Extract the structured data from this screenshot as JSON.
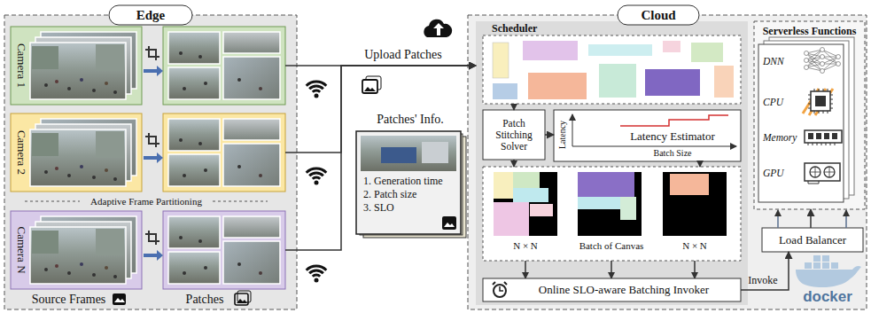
{
  "diagram": {
    "nodes": [
      {
        "text": [
          "Edge"
        ]
      },
      {
        "text": [
          "Camera 1"
        ],
        "in": 0
      },
      {
        "text": [
          "Camera 2"
        ],
        "in": 0
      },
      {
        "text": [
          "Camera N"
        ],
        "in": 0
      },
      {
        "text": [
          "Patches' Info.",
          "1. Generation time",
          "2. Patch size",
          "3. SLO"
        ]
      },
      {
        "text": [
          "Cloud"
        ]
      },
      {
        "text": [
          "Scheduler"
        ],
        "in": 5
      },
      {
        "text": [
          "Patch Stitching Solver"
        ],
        "in": 6
      },
      {
        "text": [
          "Latency",
          "Latency Estimator",
          "Batch Size"
        ],
        "in": 6
      },
      {
        "text": [
          "Online SLO-aware Batching Invoker"
        ],
        "in": 6
      },
      {
        "text": [
          "Serverless Functions",
          "DNN",
          "CPU",
          "Memory",
          "GPU"
        ],
        "in": 5
      },
      {
        "text": [
          "Load Balancer"
        ],
        "in": 5
      }
    ],
    "edges": [
      {
        "from": 1,
        "to": 6,
        "arrow": "to",
        "label": "Upload Patches"
      },
      {
        "from": 2,
        "to": 6,
        "arrow": "to"
      },
      {
        "from": 3,
        "to": 6,
        "arrow": "to"
      },
      {
        "from": 7,
        "to": 8,
        "arrow": "to"
      },
      {
        "from": 9,
        "to": 11,
        "arrow": "to",
        "label": "Invoke"
      },
      {
        "from": 11,
        "to": 10,
        "arrow": "to"
      }
    ],
    "labels": [
      "Adaptive Frame Partitioning",
      "Source Frames",
      "Patches",
      "N × N",
      "Batch of Canvas",
      "N × N",
      "docker"
    ]
  }
}
